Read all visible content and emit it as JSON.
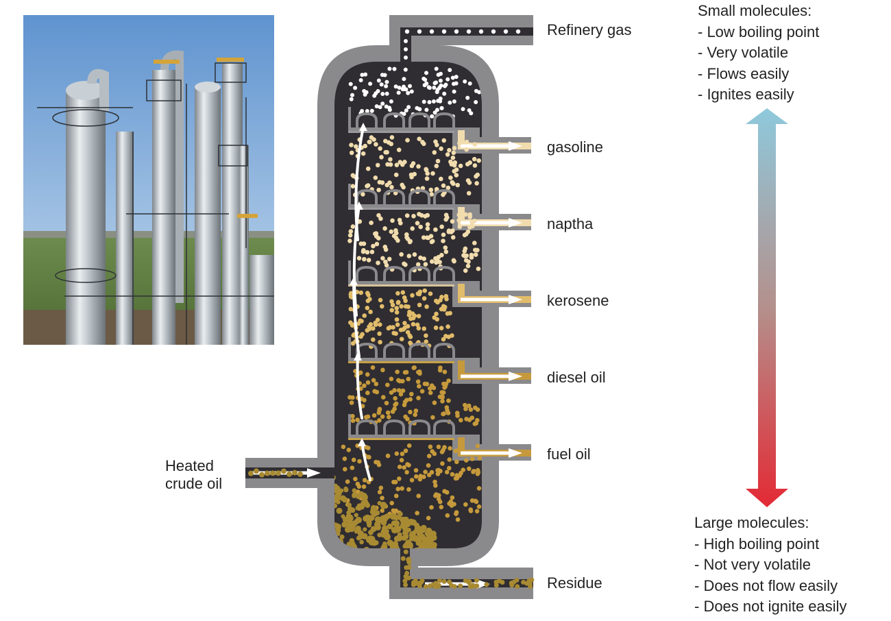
{
  "feed_label_lines": [
    "Heated",
    "crude oil"
  ],
  "fractions": [
    {
      "label": "Refinery gas"
    },
    {
      "label": "gasoline"
    },
    {
      "label": "naptha"
    },
    {
      "label": "kerosene"
    },
    {
      "label": "diesel oil"
    },
    {
      "label": "fuel oil"
    },
    {
      "label": "Residue"
    }
  ],
  "small_molecules": {
    "heading": "Small molecules:",
    "items": [
      "- Low boiling point",
      "- Very volatile",
      "- Flows easily",
      "- Ignites easily"
    ]
  },
  "large_molecules": {
    "heading": "Large molecules:",
    "items": [
      "- High boiling point",
      "- Not very volatile",
      "- Does not flow easily",
      "- Does not ignite easily"
    ]
  },
  "colors": {
    "column_shell": "#8a898c",
    "column_interior": "#2f2d31",
    "gas_particle": "#ffffff",
    "light_particle": "#f1dcae",
    "mid_particle": "#e1bc6b",
    "heavy_particle": "#c69a3c",
    "residue_particle": "#a88a33",
    "gradient_top": "#8ec9dc",
    "gradient_bottom": "#e32a35",
    "sky_top": "#5f93cf",
    "sky_bottom": "#c6dbee"
  }
}
